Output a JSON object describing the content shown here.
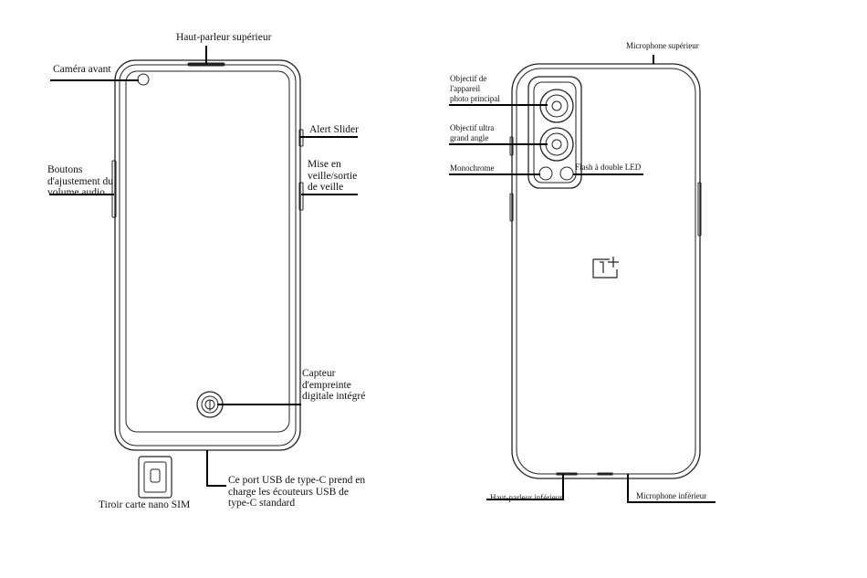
{
  "front": {
    "top_speaker": "Haut-parleur supérieur",
    "front_camera": "Caméra avant",
    "alert_slider": "Alert Slider",
    "volume_l1": "Boutons",
    "volume_l2": "d'ajustement du",
    "volume_l3": "volume audio",
    "power_l1": "Mise en",
    "power_l2": "veille/sortie",
    "power_l3": "de veille",
    "fp_l1": "Capteur",
    "fp_l2": "d'empreinte",
    "fp_l3": "digitale intégré",
    "sim_tray": "Tiroir carte nano SIM",
    "usb_l1": "Ce port USB de type-C prend en",
    "usb_l2": "charge les écouteurs USB de",
    "usb_l3": "type-C standard"
  },
  "back": {
    "top_mic": "Microphone supérieur",
    "main_l1": "Objectif de",
    "main_l2": "l'appareil",
    "main_l3": "photo principal",
    "ultra_l1": "Objectif ultra",
    "ultra_l2": "grand angle",
    "mono": "Monochrome",
    "flash": "Flash à double LED",
    "bottom_speaker": "Haut-parleur inférieur",
    "bottom_mic": "Microphone inférieur"
  }
}
